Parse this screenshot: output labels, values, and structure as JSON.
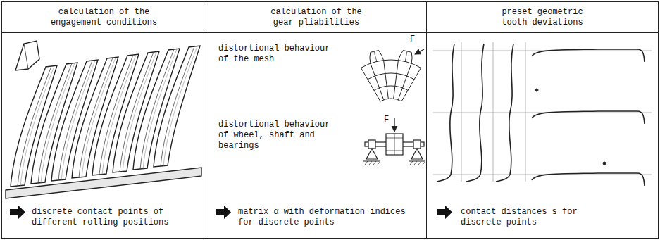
{
  "diagram": {
    "nodes": [
      {
        "text": [
          "calculation of the engagement conditions"
        ]
      },
      {
        "text": [
          "calculation of the gear pliabilities"
        ]
      },
      {
        "text": [
          "preset geometric tooth deviations"
        ]
      },
      {
        "text": [
          "discrete contact points of different rolling positions"
        ]
      },
      {
        "text": [
          "matrix α with deformation indices for discrete points"
        ]
      },
      {
        "text": [
          "contact distances s for discrete points"
        ]
      }
    ],
    "labels": [
      "distortional behaviour of the mesh",
      "F",
      "distortional behaviour of wheel, shaft and bearings",
      "F"
    ]
  }
}
